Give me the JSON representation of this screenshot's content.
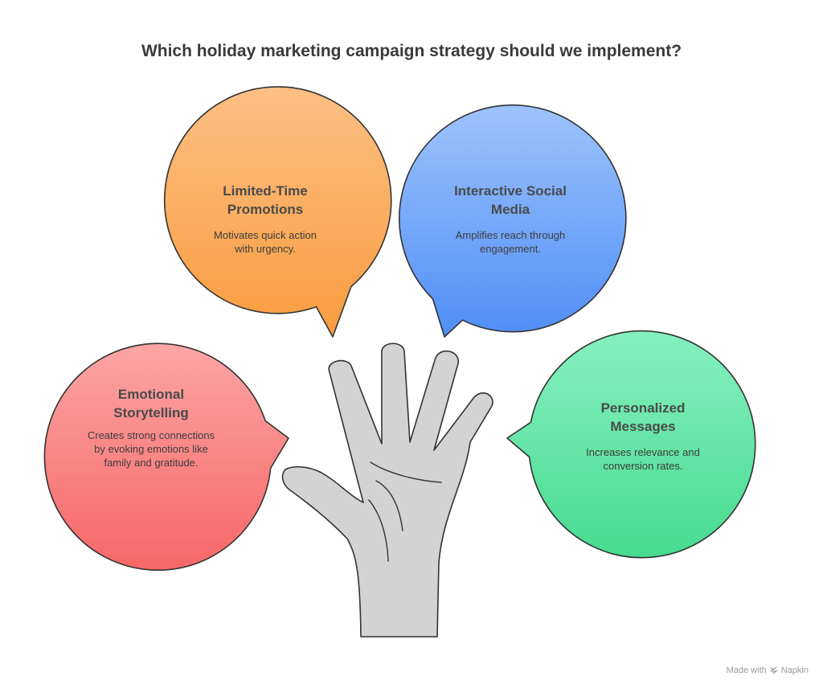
{
  "title": "Which holiday marketing campaign strategy should we implement?",
  "colors": {
    "orange_top": "#FDBF84",
    "orange_bottom": "#F99C3E",
    "blue_top": "#9DC3FB",
    "blue_bottom": "#4F8EF7",
    "red_top": "#FCA5A5",
    "red_bottom": "#F76767",
    "green_top": "#86F0C0",
    "green_bottom": "#47DB8F",
    "hand": "#D3D3D3",
    "outline": "#333333"
  },
  "bubbles": {
    "limited": {
      "title": "Limited-Time Promotions",
      "desc": "Motivates quick action with urgency."
    },
    "social": {
      "title": "Interactive Social Media",
      "desc": "Amplifies reach through engagement."
    },
    "emotional": {
      "title": "Emotional Storytelling",
      "desc": "Creates strong connections by evoking emotions like family and gratitude."
    },
    "personalized": {
      "title": "Personalized Messages",
      "desc": "Increases relevance and conversion rates."
    }
  },
  "watermark": {
    "prefix": "Made with",
    "brand": "Napkin"
  }
}
